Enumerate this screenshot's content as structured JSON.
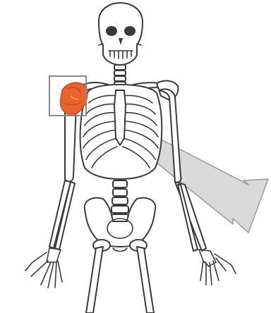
{
  "diagram": {
    "subject": "human-skeleton",
    "highlighted_region": "right-shoulder-joint",
    "colors": {
      "bone_fill": "#ffffff",
      "bone_outline": "#3a3a3a",
      "highlight": "#e8622e",
      "highlight_dark": "#c94a1c",
      "zoom_box": "#8a8a8a",
      "zoom_arrow_fill": "#d9d9d9",
      "zoom_arrow_outline": "#9a9a9a",
      "background": "#ffffff"
    },
    "icons": {
      "zoom_callout": "arrow-right-down-icon",
      "selection": "selection-box"
    }
  }
}
